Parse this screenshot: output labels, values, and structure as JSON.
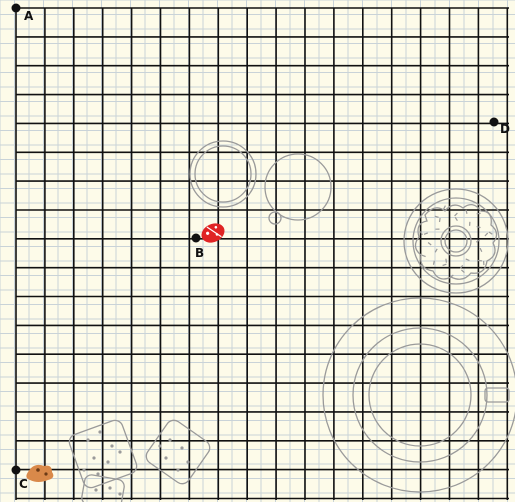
{
  "board": {
    "background": "#fdfbe9",
    "grid_color": "#111111",
    "faint_grid_color": "#c9d3d8",
    "doodle_color": "#9a9a9a"
  },
  "points": [
    {
      "id": "A",
      "label": "A",
      "color": "#111111"
    },
    {
      "id": "B",
      "label": "B",
      "color": "#111111"
    },
    {
      "id": "C",
      "label": "C",
      "color": "#111111"
    },
    {
      "id": "D",
      "label": "D",
      "color": "#111111"
    }
  ],
  "items": {
    "ladybug": {
      "color": "#e02424",
      "icon": "ladybug-icon"
    },
    "cookie": {
      "color": "#d9894a",
      "icon": "cookie-icon"
    },
    "donut": {
      "icon": "donut-icon"
    },
    "plate": {
      "icon": "plate-icon"
    },
    "crackers": {
      "icon": "cracker-icon"
    },
    "cups": {
      "icon": "cup-ring-icon"
    }
  }
}
